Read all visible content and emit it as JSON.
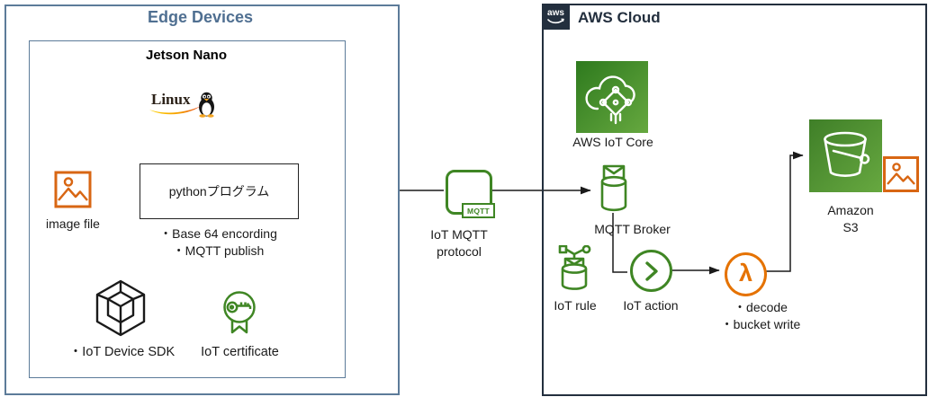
{
  "colors": {
    "edge_border": "#5C7B99",
    "edge_title": "#4F6F91",
    "aws_navy": "#232F3E",
    "aws_green": "#3F8624",
    "green_gradient_start": "#2E7A1E",
    "green_gradient_end": "#66A83F",
    "image_orange": "#D86613",
    "lambda_orange": "#E57200"
  },
  "edge_devices": {
    "title": "Edge Devices",
    "jetson_title": "Jetson Nano",
    "linux_label": "Linux",
    "image_file_label": "image file",
    "python_box_label": "pythonプログラム",
    "python_notes": [
      "・Base 64 encording",
      "・MQTT publish"
    ],
    "sdk_label": "・IoT Device SDK",
    "certificate_label": "IoT certificate"
  },
  "protocol": {
    "badge": "MQTT",
    "label": [
      "IoT MQTT",
      "protocol"
    ]
  },
  "aws_cloud": {
    "logo_text": "aws",
    "title": "AWS Cloud",
    "iot_core_label": "AWS IoT Core",
    "mqtt_broker_label": "MQTT Broker",
    "iot_rule_label": "IoT rule",
    "iot_action_label": "IoT action",
    "lambda_symbol": "λ",
    "lambda_notes": [
      "・decode",
      "・bucket write"
    ],
    "s3_label": [
      "Amazon",
      "S3"
    ]
  }
}
